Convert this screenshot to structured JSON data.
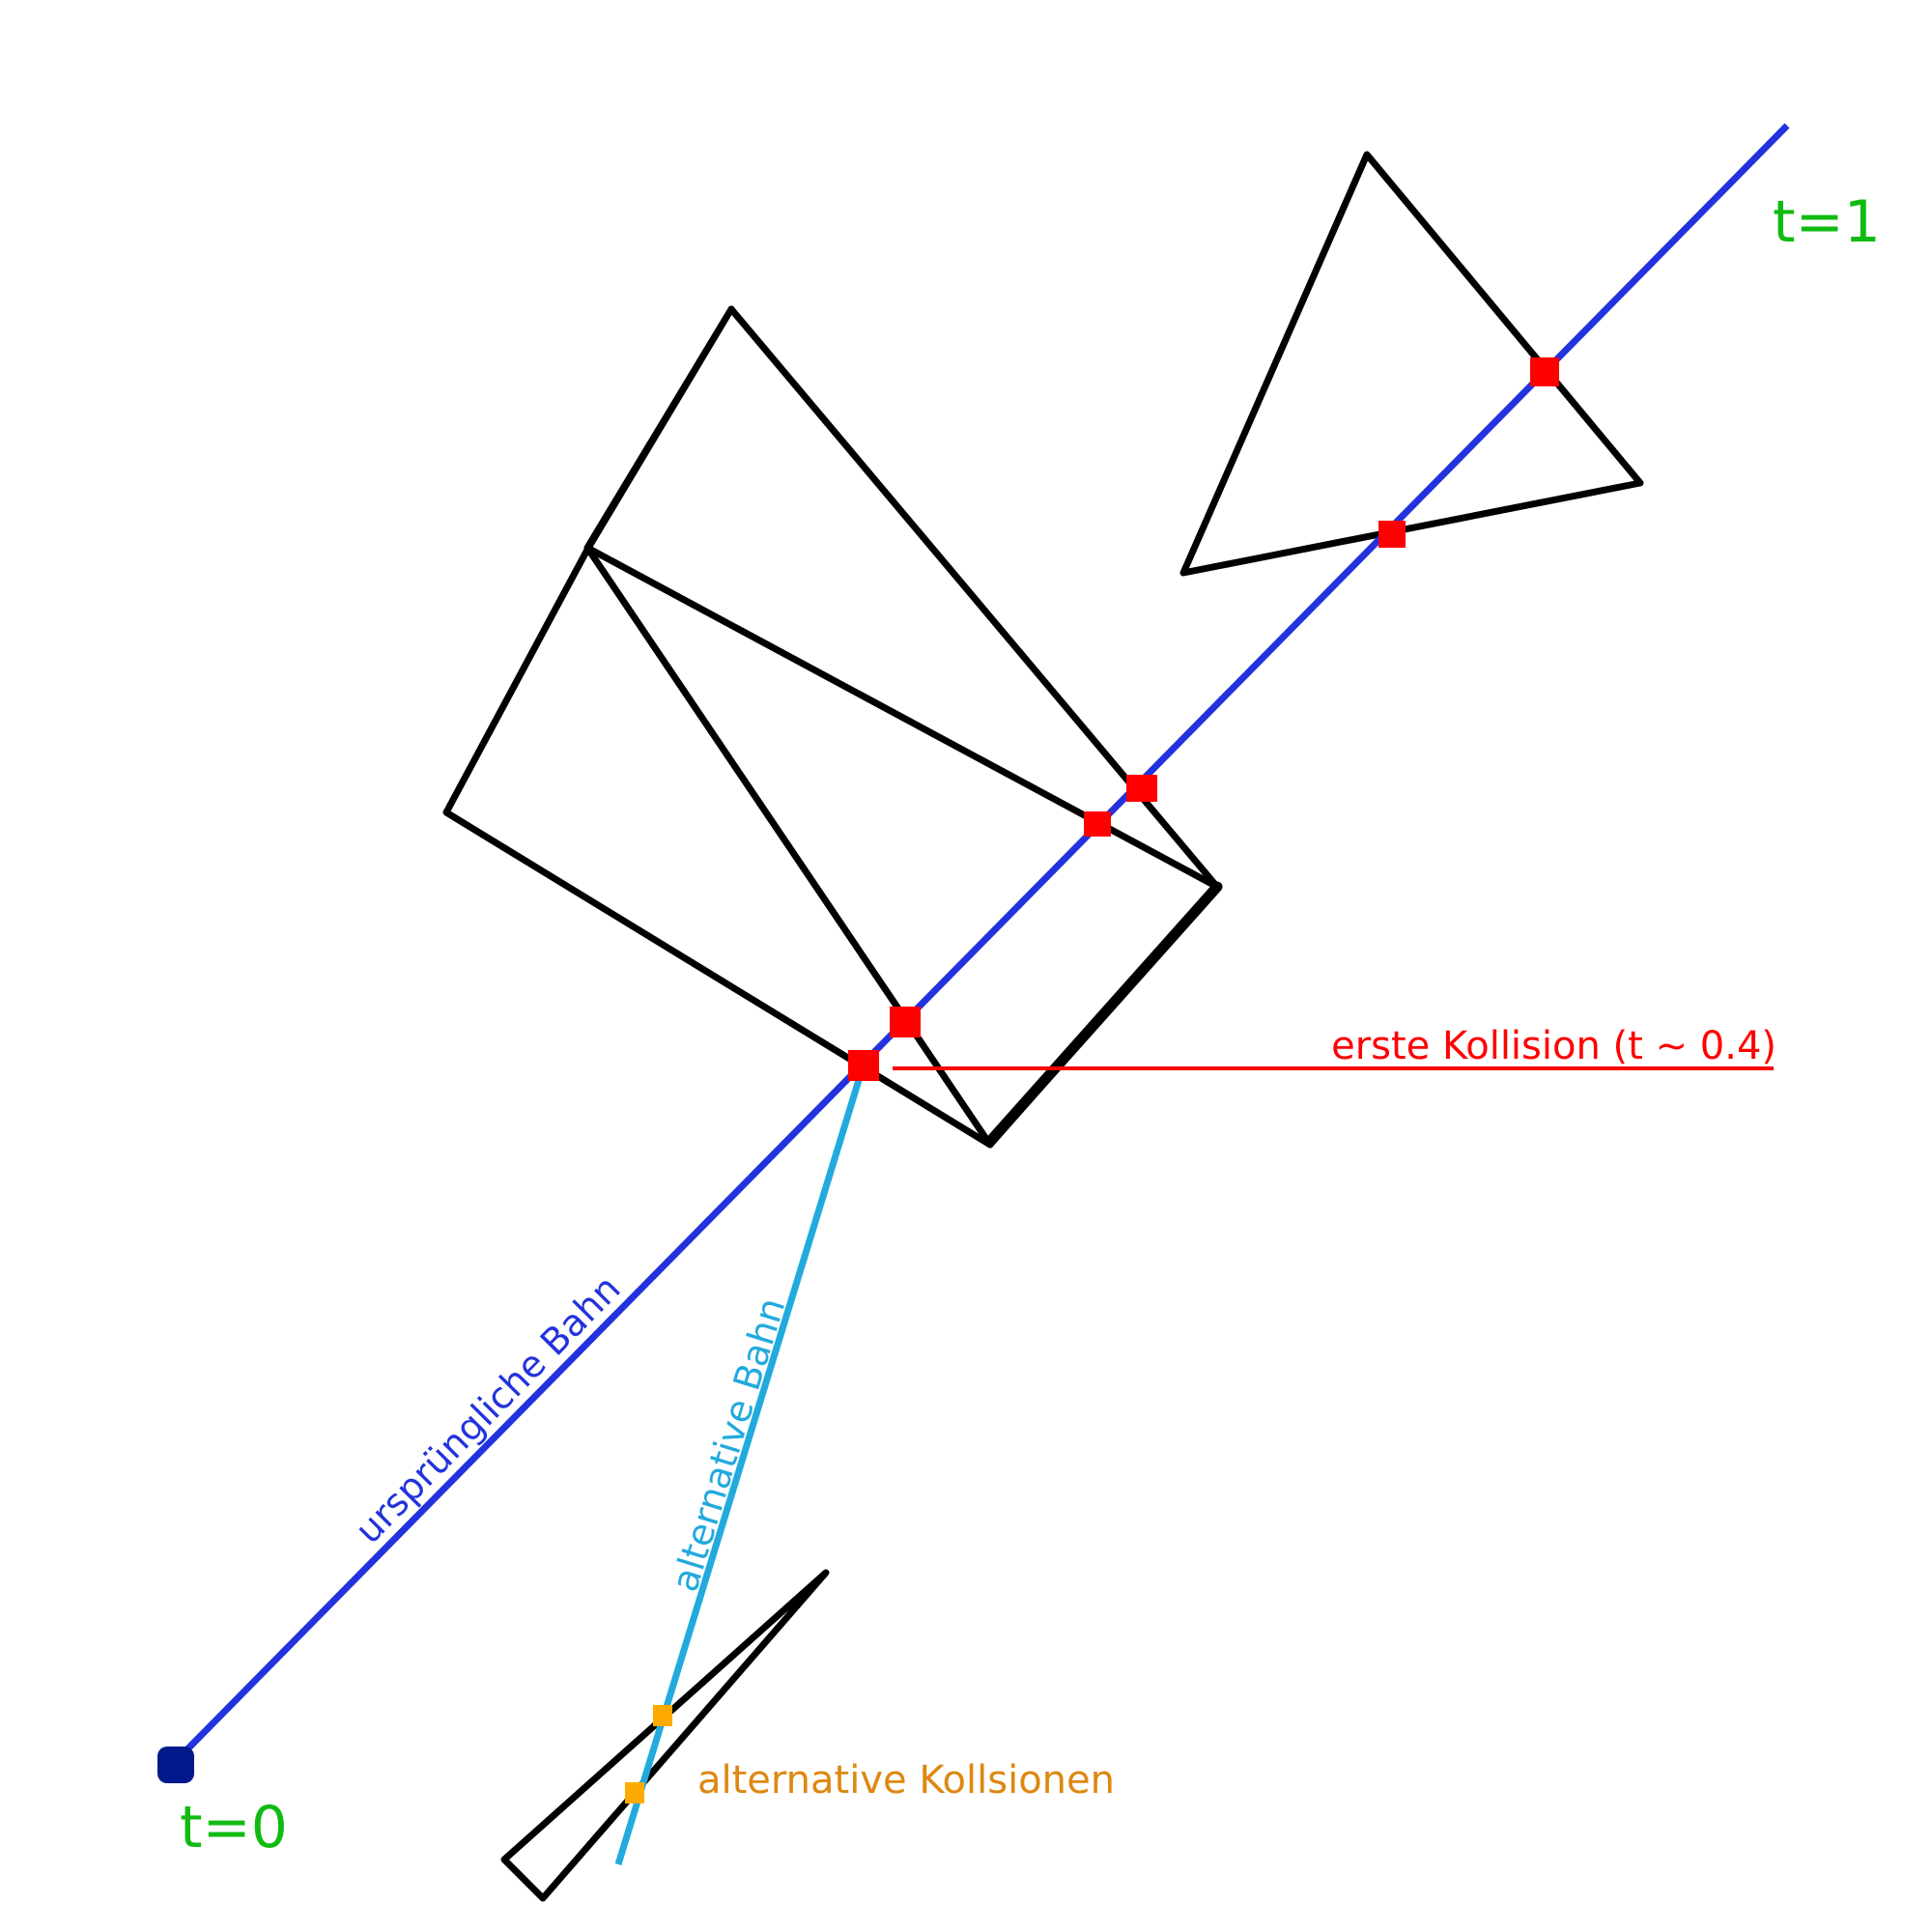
{
  "labels": {
    "t_end": "t=1",
    "t_start": "t=0",
    "first_collision": "erste Kollision (t ~ 0.4)",
    "alt_collisions": "alternative Kollsionen",
    "original_path": "ursprüngliche Bahn",
    "alternative_path": "alternative Bahn"
  },
  "colors": {
    "obstacle": "#000000",
    "original_path": "#2233dd",
    "alternative_path": "#22aadd",
    "collision": "#ff0000",
    "alt_collision": "#ffaa00",
    "start_point": "#001a8c",
    "time_label": "#11bb11",
    "first_collision_label": "#ff0000",
    "alt_collision_label": "#dd8811"
  }
}
